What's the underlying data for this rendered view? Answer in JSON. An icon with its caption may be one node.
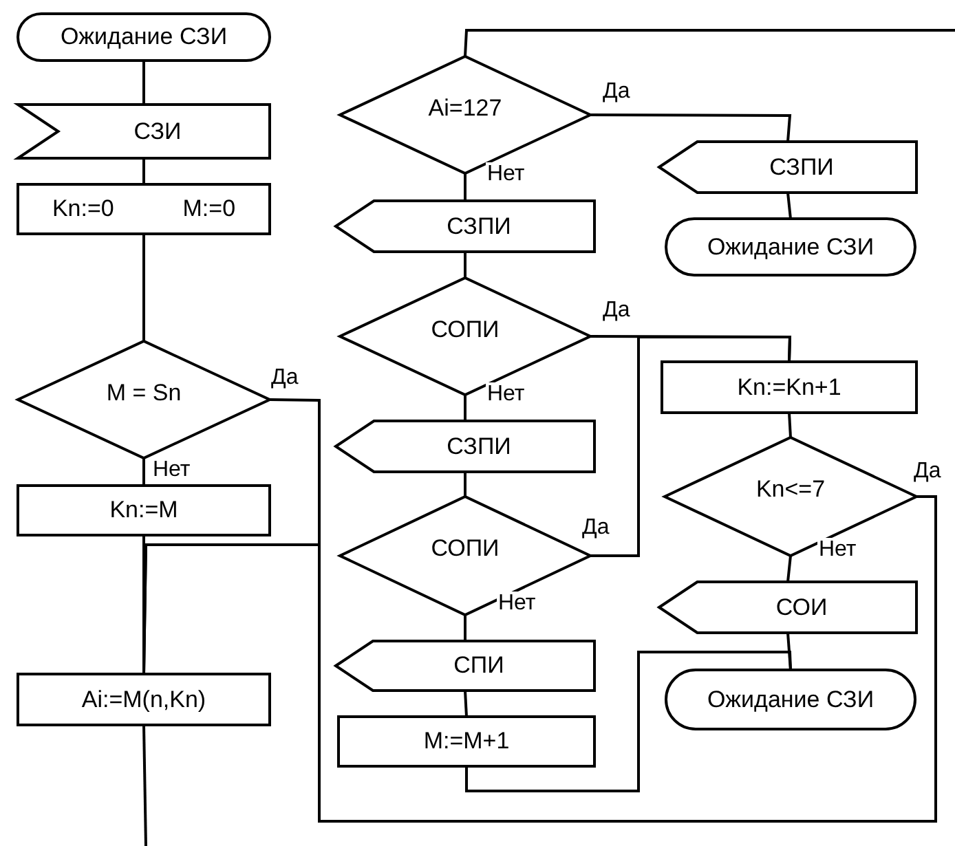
{
  "diagram": {
    "nodes": [
      {
        "text": [
          "Ожидание СЗИ"
        ]
      },
      {
        "text": [
          "СЗИ"
        ]
      },
      {
        "text": [
          "Kn:=0",
          "M:=0"
        ]
      },
      {
        "text": [
          "M = Sn"
        ]
      },
      {
        "text": [
          "Kn:=M"
        ]
      },
      {
        "text": [
          "Ai:=M(n,Kn)"
        ]
      },
      {
        "text": [
          "Ai=127"
        ]
      },
      {
        "text": [
          "СЗПИ"
        ]
      },
      {
        "text": [
          "Ожидание СЗИ"
        ]
      },
      {
        "text": [
          "СЗПИ"
        ]
      },
      {
        "text": [
          "СОПИ"
        ]
      },
      {
        "text": [
          "Kn:=Kn+1"
        ]
      },
      {
        "text": [
          "СЗПИ"
        ]
      },
      {
        "text": [
          "Kn<=7"
        ]
      },
      {
        "text": [
          "СОПИ"
        ]
      },
      {
        "text": [
          "СОИ"
        ]
      },
      {
        "text": [
          "СПИ"
        ]
      },
      {
        "text": [
          "M:=M+1"
        ]
      },
      {
        "text": [
          "Ожидание СЗИ"
        ]
      }
    ],
    "edges": [
      {
        "from": 0,
        "to": 1,
        "arrow": "none"
      },
      {
        "from": 1,
        "to": 2,
        "arrow": "none"
      },
      {
        "from": 2,
        "to": 3,
        "arrow": "none"
      },
      {
        "from": 3,
        "to": 4,
        "label": "Нет",
        "arrow": "none"
      },
      {
        "from": 4,
        "to": 5,
        "arrow": "none"
      },
      {
        "from": 3,
        "to": 5,
        "label": "Да",
        "arrow": "none"
      },
      {
        "from": 13,
        "to": 5,
        "label": "Да",
        "arrow": "none"
      },
      {
        "from": 5,
        "to": null,
        "arrow": "none"
      },
      {
        "from": null,
        "to": 6,
        "arrow": "none"
      },
      {
        "from": 6,
        "to": 7,
        "label": "Да",
        "arrow": "none"
      },
      {
        "from": 7,
        "to": 8,
        "arrow": "none"
      },
      {
        "from": 6,
        "to": 9,
        "label": "Нет",
        "arrow": "none"
      },
      {
        "from": 9,
        "to": 10,
        "arrow": "none"
      },
      {
        "from": 10,
        "to": 11,
        "label": "Да",
        "arrow": "none"
      },
      {
        "from": 10,
        "to": 12,
        "label": "Нет",
        "arrow": "none"
      },
      {
        "from": 12,
        "to": 14,
        "arrow": "none"
      },
      {
        "from": 14,
        "to": 11,
        "label": "Да",
        "arrow": "none"
      },
      {
        "from": 14,
        "to": 16,
        "label": "Нет",
        "arrow": "none"
      },
      {
        "from": 16,
        "to": 17,
        "arrow": "none"
      },
      {
        "from": 17,
        "to": 18,
        "arrow": "none"
      },
      {
        "from": 11,
        "to": 13,
        "arrow": "none"
      },
      {
        "from": 13,
        "to": 15,
        "label": "Нет",
        "arrow": "none"
      },
      {
        "from": 15,
        "to": 18,
        "arrow": "none"
      }
    ]
  }
}
